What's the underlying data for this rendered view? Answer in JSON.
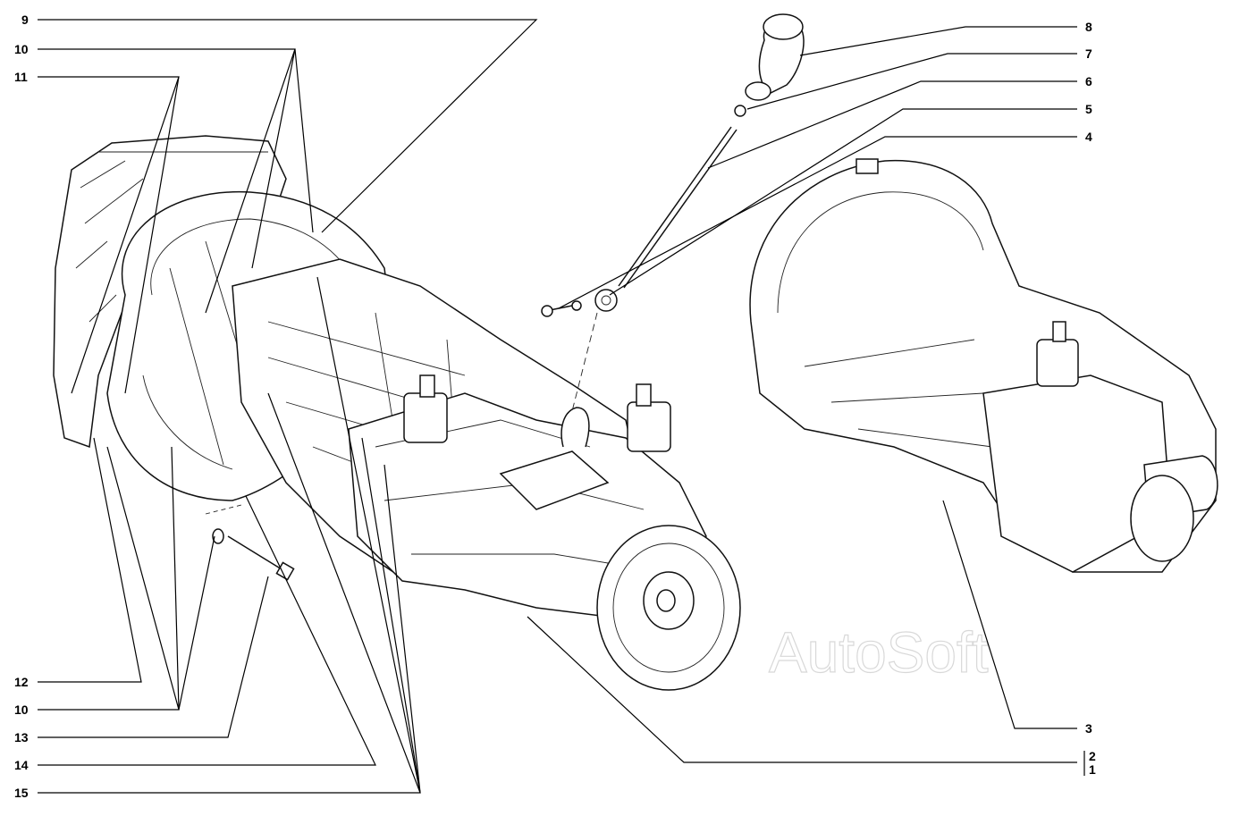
{
  "callouts_left": [
    "9",
    "10",
    "11",
    "12",
    "10",
    "13",
    "14",
    "15"
  ],
  "callouts_right": [
    "8",
    "7",
    "6",
    "5",
    "4",
    "3",
    "2",
    "1"
  ],
  "watermark": "AutoSoft",
  "colors": {
    "ink": "#000000",
    "background": "#ffffff",
    "watermark": "#d8d8d8"
  }
}
